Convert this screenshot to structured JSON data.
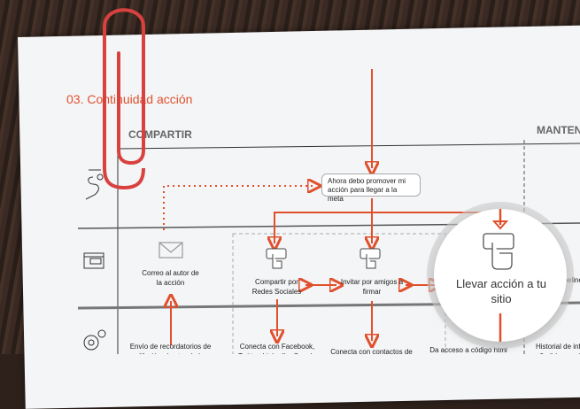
{
  "section_title": "03. Continuidad acción",
  "columns": [
    "COMPARTIR",
    "MANTENER"
  ],
  "prompt_box": "Ahora debo promover mi acción para llegar a la meta",
  "steps": [
    {
      "label": "Correo al autor de la acción",
      "icon": "envelope-icon"
    },
    {
      "label": "Compartir por Redes Sociales",
      "icon": "hand-pointer-icon"
    },
    {
      "label": "Invitar por amigos a firmar",
      "icon": "hand-pointer-icon"
    },
    {
      "label": "Llevar acción a tu sitio",
      "icon": "hand-pointer-icon"
    },
    {
      "label": "Timeline",
      "icon": "document-icon"
    }
  ],
  "details": [
    "Envío de recordatorios de difusión al autor de la",
    "Conecta con Facebook, Twitter, LinkedIn, Google +",
    "Conecta con contactos de",
    "Da acceso a código html",
    "Historial de info añadida por el"
  ],
  "row_icons": [
    "user-head-icon",
    "browser-window-icon",
    "gears-icon"
  ],
  "colors": {
    "accent": "#e0502c",
    "paper": "#f4f5f7",
    "wood": "#2e211c",
    "clip": "#d9413f"
  }
}
